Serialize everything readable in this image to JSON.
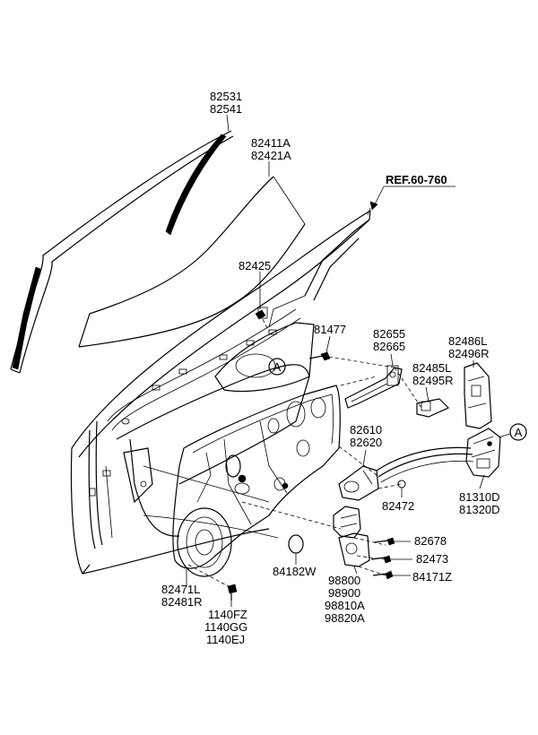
{
  "diagram": {
    "reference": "REF.60-760",
    "callout_a": "A",
    "labels": {
      "p82531": "82531",
      "p82541": "82541",
      "p82411A": "82411A",
      "p82421A": "82421A",
      "p82425": "82425",
      "p81477": "81477",
      "p82655": "82655",
      "p82665": "82665",
      "p82486L": "82486L",
      "p82496R": "82496R",
      "p82485L": "82485L",
      "p82495R": "82495R",
      "p82610": "82610",
      "p82620": "82620",
      "p82472": "82472",
      "p81310D": "81310D",
      "p81320D": "81320D",
      "p82678": "82678",
      "p82473": "82473",
      "p84171Z": "84171Z",
      "p84182W": "84182W",
      "p98800": "98800",
      "p98900": "98900",
      "p98810A": "98810A",
      "p98820A": "98820A",
      "p82471L": "82471L",
      "p82481R": "82481R",
      "p1140FZ": "1140FZ",
      "p1140GG": "1140GG",
      "p1140EJ": "1140EJ"
    }
  }
}
